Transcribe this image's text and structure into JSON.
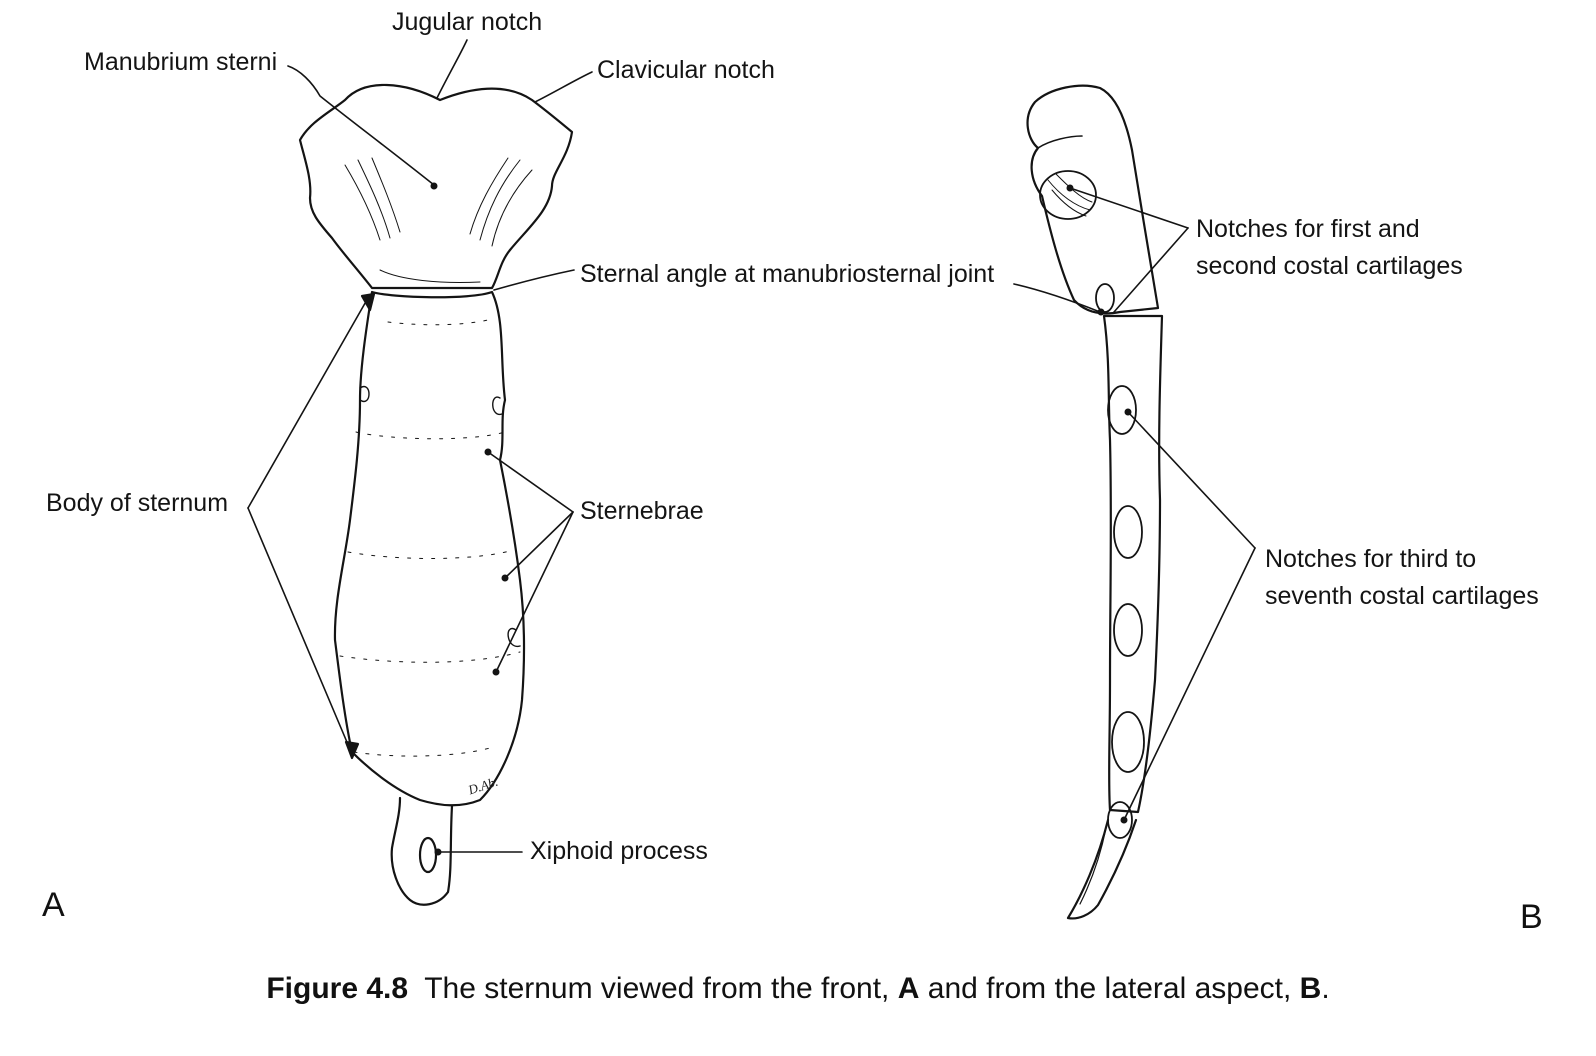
{
  "labels": {
    "jugular_notch": "Jugular notch",
    "manubrium_sterni": "Manubrium sterni",
    "clavicular_notch": "Clavicular notch",
    "sternal_angle": "Sternal angle at manubriosternal joint",
    "body_of_sternum": "Body of sternum",
    "sternebrae": "Sternebrae",
    "xiphoid_process": "Xiphoid process",
    "notches_first_second_line1": "Notches for first and",
    "notches_first_second_line2": "second costal cartilages",
    "notches_third_seventh_line1": "Notches for third to",
    "notches_third_seventh_line2": "seventh costal cartilages"
  },
  "panels": {
    "a": "A",
    "b": "B"
  },
  "signature": "D.Ab.",
  "caption": {
    "figure_number": "Figure 4.8",
    "text_before_a": "The sternum viewed from the front,",
    "a_ref": "A",
    "text_middle": "and from the lateral aspect,",
    "b_ref": "B",
    "end": "."
  }
}
